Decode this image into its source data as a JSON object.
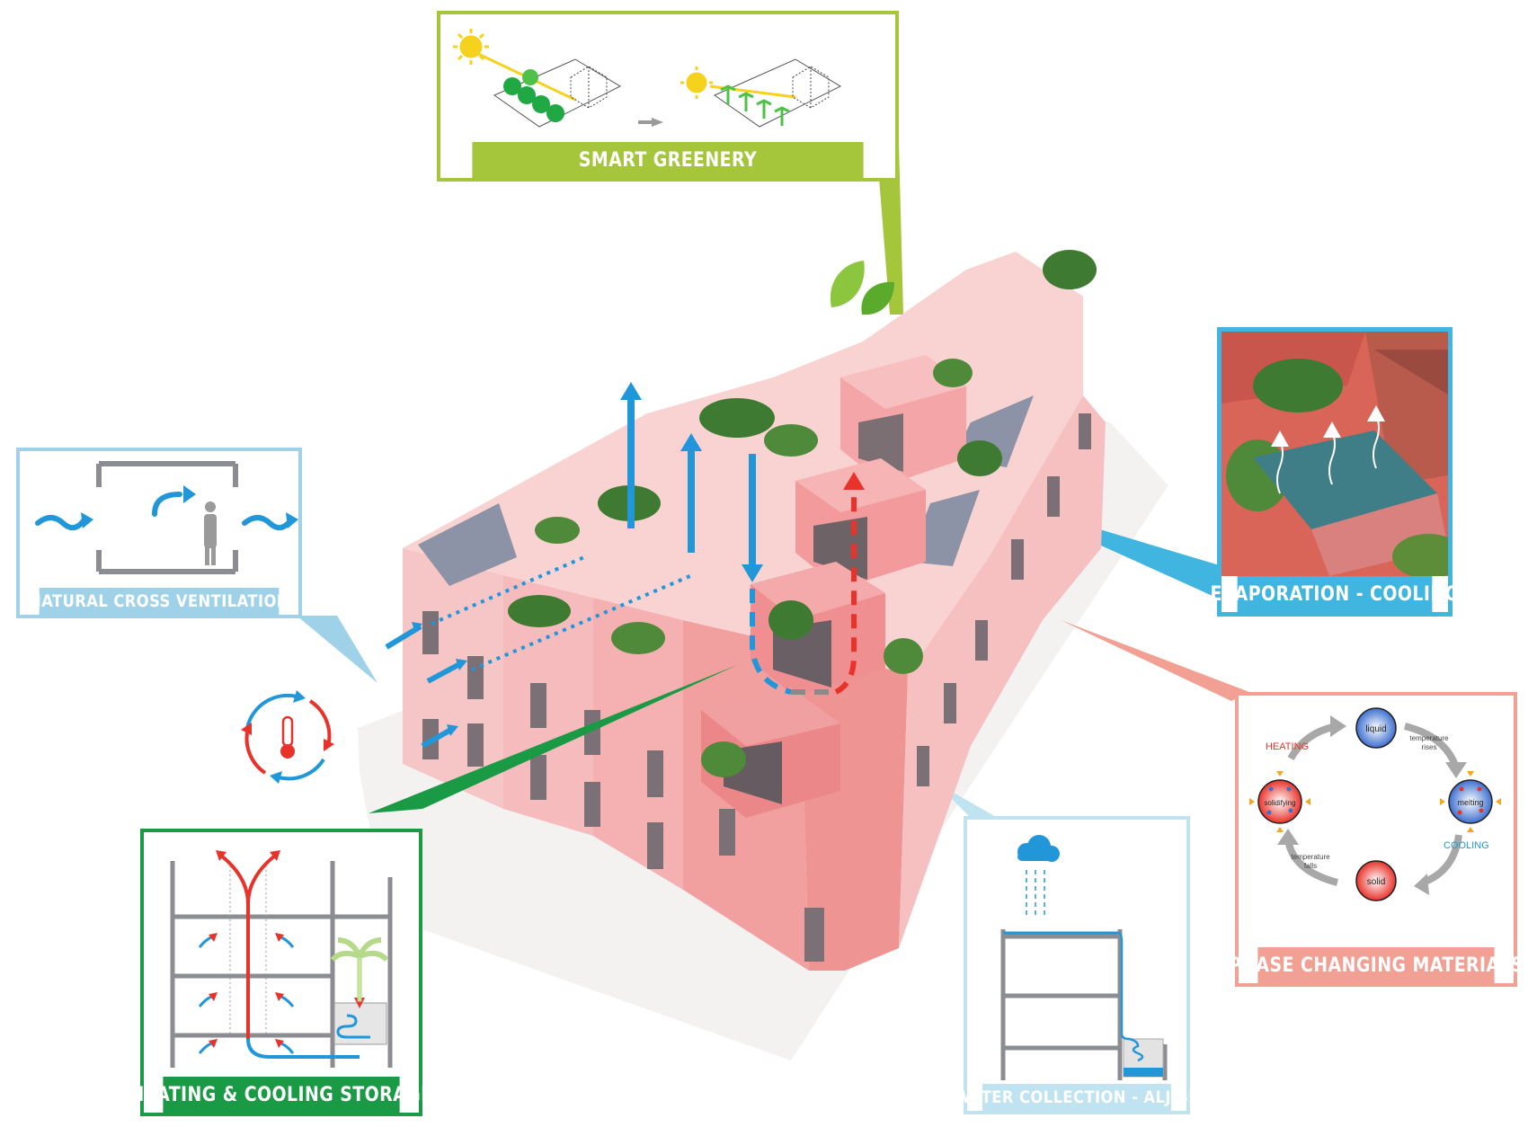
{
  "colors": {
    "green": "#a5c63b",
    "ventilation": "#9fd2e8",
    "evaporation": "#3fb5df",
    "phase": "#f2a093",
    "storage": "#1b9a45",
    "water": "#bfe3f1",
    "cool": "#2197d9",
    "hot": "#e8322a",
    "building": "#f2a6a4"
  },
  "panels": {
    "smart_greenery": {
      "title": "SMART GREENERY",
      "icon": "leaf-icon"
    },
    "ventilation": {
      "title": "NATURAL CROSS VENTILATION",
      "icon": "wind-icon"
    },
    "evaporation": {
      "title": "EVAPORATION - COOLING",
      "icon": "rising-vapor-icon"
    },
    "phase": {
      "title": "PHASE CHANGING MATERIALS",
      "states": {
        "liquid": "liquid",
        "melting": "melting",
        "solid": "solid",
        "solidifying": "solidifying"
      },
      "labels": {
        "heating": "HEATING",
        "cooling": "COOLING",
        "rises_1": "temperature",
        "rises_2": "rises",
        "falls_1": "temperature",
        "falls_2": "falls"
      }
    },
    "storage": {
      "title": "HEATING & COOLING STORAGE"
    },
    "water": {
      "title": "WATER COLLECTION - ALJIBE",
      "icon": "rain-cloud-icon"
    }
  },
  "icons": {
    "thermal_cycle": "thermometer-cycle-icon",
    "sun": "sun-icon",
    "tree": "tree-icon"
  }
}
